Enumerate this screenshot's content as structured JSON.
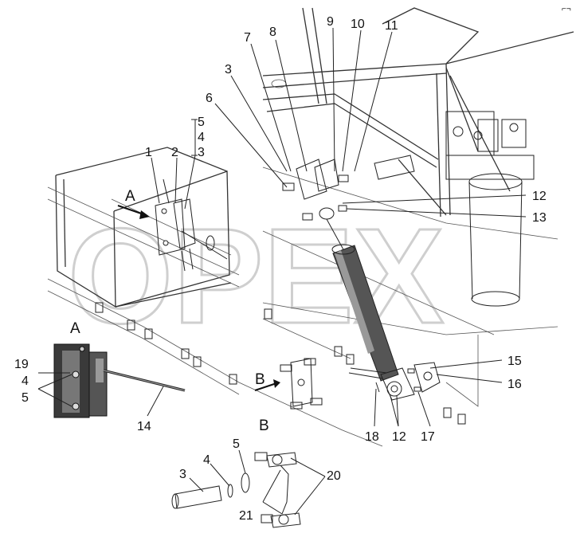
{
  "watermark": "OPEX",
  "views": {
    "a_main": "A",
    "a_detail": "A",
    "b_main": "B",
    "b_detail": "B"
  },
  "labels": [
    "1",
    "2",
    "3",
    "4",
    "5",
    "3",
    "6",
    "7",
    "8",
    "9",
    "10",
    "11",
    "12",
    "13",
    "15",
    "16",
    "17",
    "12",
    "18",
    "19",
    "4",
    "5",
    "14",
    "3",
    "4",
    "5",
    "20",
    "21"
  ]
}
